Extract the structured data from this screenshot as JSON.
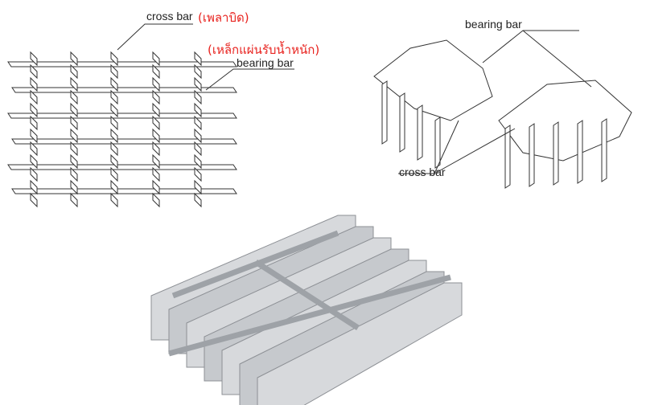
{
  "left_diagram": {
    "cross_bar_label": "cross bar",
    "cross_bar_thai": "(เพลาบิด)",
    "bearing_bar_thai": "(เหล็กแผ่นรับน้ำหนัก)",
    "bearing_bar_label": "bearing bar"
  },
  "right_diagram": {
    "bearing_bar_label": "bearing bar",
    "cross_bar_label": "cross bar"
  },
  "colors": {
    "annotation_red": "#e8231f",
    "line": "#333333",
    "steel": "#b9bcc0"
  }
}
